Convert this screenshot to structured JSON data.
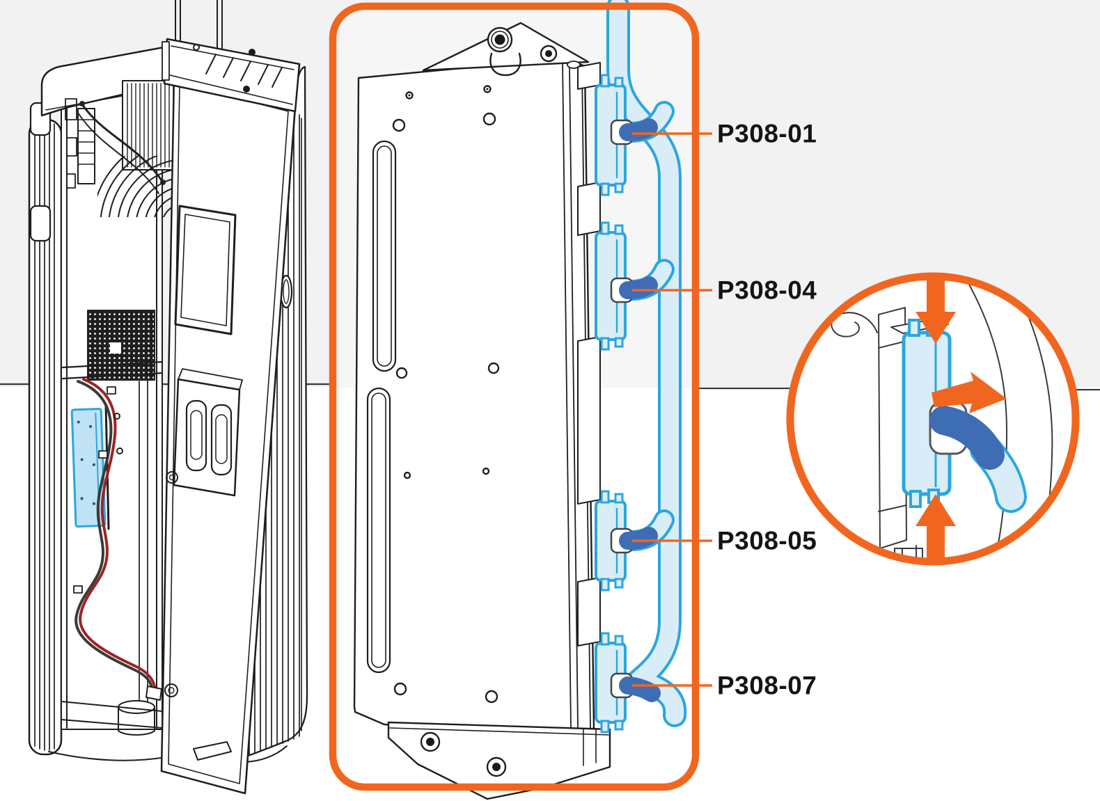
{
  "labels": [
    {
      "id": "p308-01",
      "text": "P308-01"
    },
    {
      "id": "p308-04",
      "text": "P308-04"
    },
    {
      "id": "p308-05",
      "text": "P308-05"
    },
    {
      "id": "p308-07",
      "text": "P308-07"
    }
  ],
  "palette": {
    "accent_orange": "#F1661F",
    "cable_outline_blue": "#2BA6DE",
    "cable_fill_blue": "#D9EDF8",
    "plug_dark_blue": "#3F6DB5",
    "highlight_light_blue": "#BFE3F5",
    "line_art": "#1E1E1E",
    "wall_background": "#F2F2F2",
    "label_text": "#141414",
    "cable_red": "#9E2422"
  },
  "icons": {
    "detail_arrows": [
      "arrow-down-icon",
      "arrow-right-icon",
      "arrow-up-icon"
    ]
  }
}
